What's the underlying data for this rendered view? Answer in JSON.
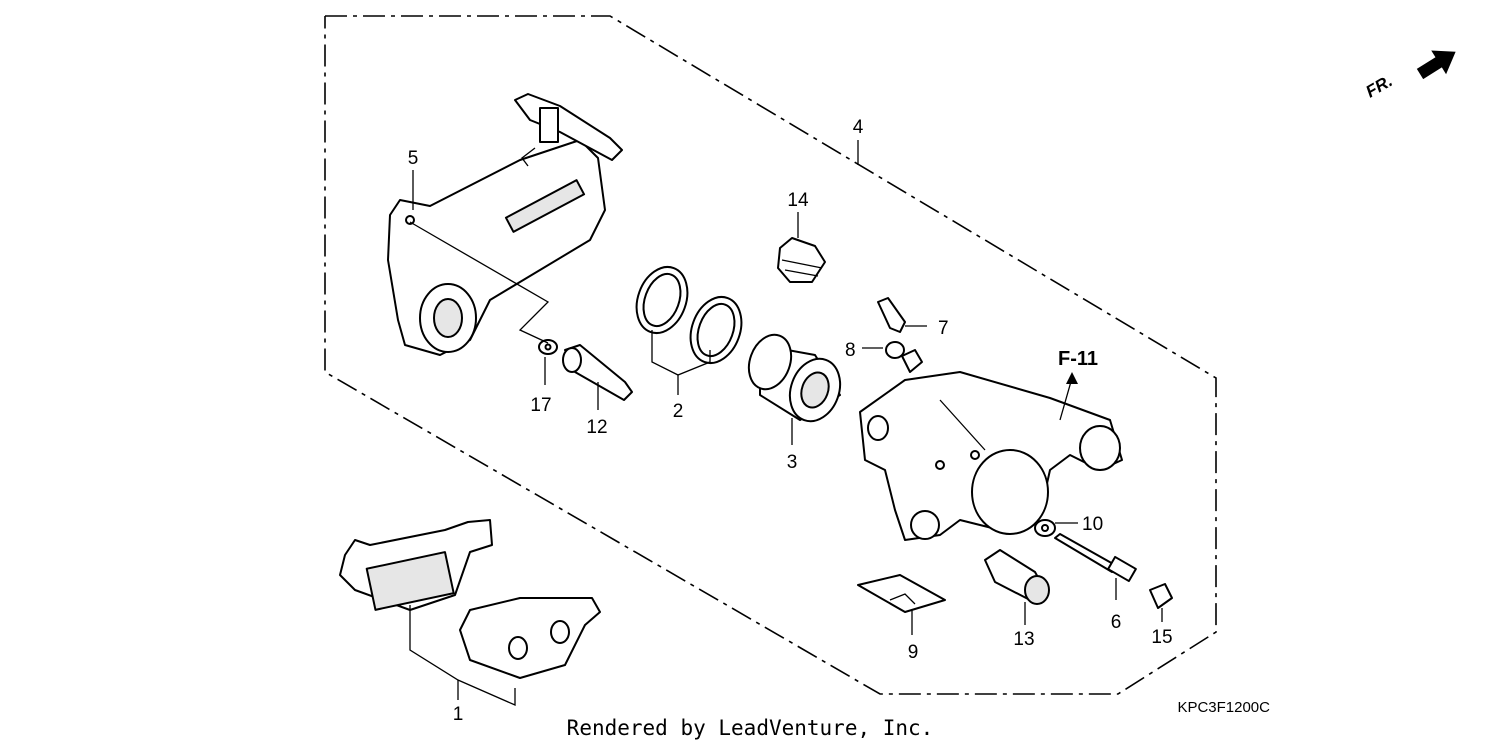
{
  "orientation": {
    "label": "FR.",
    "arrow_icon": "direction-arrow-icon"
  },
  "reference": {
    "label": "F-11"
  },
  "callouts": {
    "c1": "1",
    "c2": "2",
    "c3": "3",
    "c4": "4",
    "c5": "5",
    "c6": "6",
    "c7": "7",
    "c8": "8",
    "c9": "9",
    "c10": "10",
    "c12": "12",
    "c13": "13",
    "c14": "14",
    "c15": "15",
    "c17": "17"
  },
  "diagram_code": "KPC3F1200C",
  "footer": "Rendered by LeadVenture, Inc."
}
